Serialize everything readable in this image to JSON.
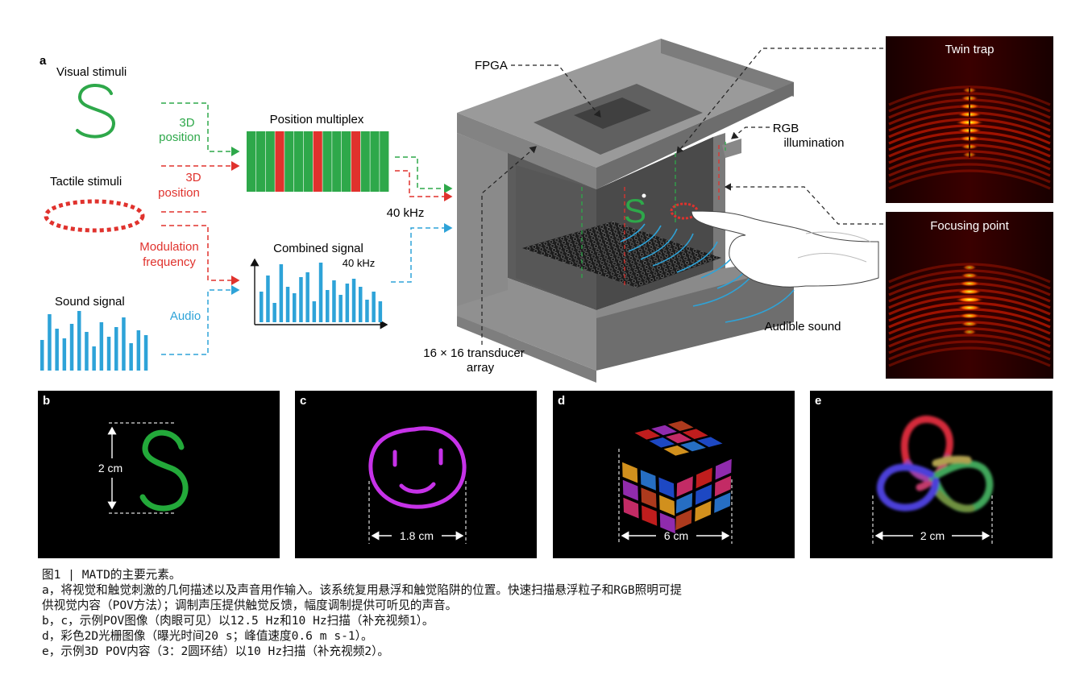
{
  "panel_a": {
    "letter": "a",
    "visual_stimuli": "Visual stimuli",
    "tactile_stimuli": "Tactile stimuli",
    "sound_signal": "Sound signal",
    "position_3d_line1": "3D",
    "position_3d_line2": "position",
    "modulation_line1": "Modulation",
    "modulation_line2": "frequency",
    "audio": "Audio",
    "position_multiplex": "Position multiplex",
    "combined_signal": "Combined signal",
    "combined_freq": "40 kHz",
    "output_freq": "40 kHz",
    "fpga": "FPGA",
    "rgb_line1": "RGB",
    "rgb_line2": "illumination",
    "transducer_line1": "16 × 16 transducer",
    "transducer_line2": "array",
    "audible_sound": "Audible sound",
    "twin_trap": "Twin trap",
    "focusing_point": "Focusing point",
    "letter_s": "S"
  },
  "panel_b": {
    "letter": "b",
    "scale": "2 cm"
  },
  "panel_c": {
    "letter": "c",
    "scale": "1.8 cm"
  },
  "panel_d": {
    "letter": "d",
    "scale": "6 cm"
  },
  "panel_e": {
    "letter": "e",
    "scale": "2 cm"
  },
  "caption": {
    "line1": "图1 | MATD的主要元素。",
    "line2": "a，将视觉和触觉刺激的几何描述以及声音用作输入。该系统复用悬浮和触觉陷阱的位置。快速扫描悬浮粒子和RGB照明可提",
    "line3": "供视觉内容（POV方法）；调制声压提供触觉反馈，幅度调制提供可听见的声音。",
    "line4": "b，c，示例POV图像（肉眼可见）以12.5 Hz和10 Hz扫描（补充视频1）。",
    "line5": "d，彩色2D光栅图像（曝光时间20 s；峰值速度0.6 m s-1）。",
    "line6": "e，示例3D POV内容（3：2圆环结）以10 Hz扫描（补充视频2）。"
  },
  "colors": {
    "green": "#2ea84a",
    "red": "#e0322d",
    "blue": "#2ea3d8",
    "magenta": "#c030e0"
  }
}
